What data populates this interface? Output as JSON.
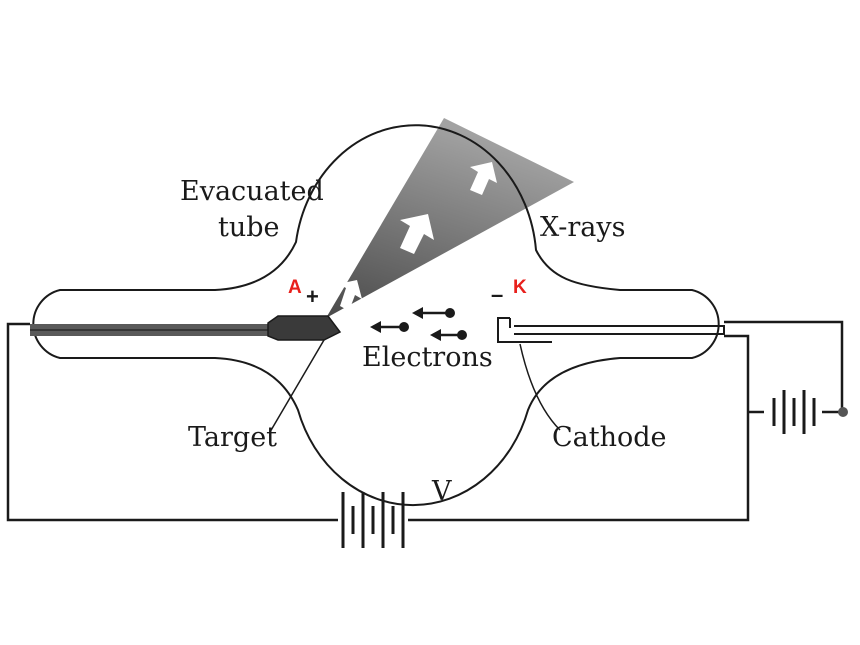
{
  "labels": {
    "evacuated_line1": "Evacuated",
    "evacuated_line2": "tube",
    "xrays": "X-rays",
    "electrons": "Electrons",
    "target": "Target",
    "cathode": "Cathode",
    "voltage": "V"
  },
  "markers": {
    "anode": "A",
    "cathode": "K",
    "plus": "+",
    "minus": "–"
  },
  "colors": {
    "ink": "#1a1a1a",
    "marker": "#e8201c",
    "beam": "#6b6b6b",
    "rod": "#5a5a5a"
  }
}
